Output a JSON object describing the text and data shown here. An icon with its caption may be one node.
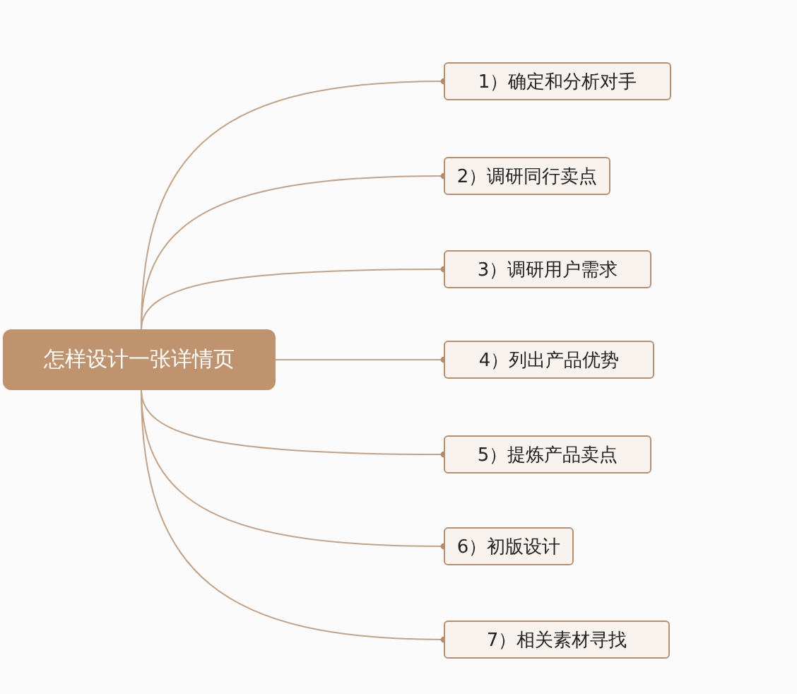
{
  "diagram": {
    "nodes": [
      {
        "text": [
          "怎样设计一张详情页"
        ]
      },
      {
        "text": [
          "1）确定和分析对手"
        ]
      },
      {
        "text": [
          "2）调研同行卖点"
        ]
      },
      {
        "text": [
          "3）调研用户需求"
        ]
      },
      {
        "text": [
          "4）列出产品优势"
        ]
      },
      {
        "text": [
          "5）提炼产品卖点"
        ]
      },
      {
        "text": [
          "6）初版设计"
        ]
      },
      {
        "text": [
          "7）相关素材寻找"
        ]
      }
    ],
    "edges": [
      {
        "from": 0,
        "to": 1,
        "arrow": "other"
      },
      {
        "from": 0,
        "to": 2,
        "arrow": "other"
      },
      {
        "from": 0,
        "to": 3,
        "arrow": "other"
      },
      {
        "from": 0,
        "to": 4,
        "arrow": "other"
      },
      {
        "from": 0,
        "to": 5,
        "arrow": "other"
      },
      {
        "from": 0,
        "to": 6,
        "arrow": "other"
      },
      {
        "from": 0,
        "to": 7,
        "arrow": "other"
      }
    ]
  }
}
